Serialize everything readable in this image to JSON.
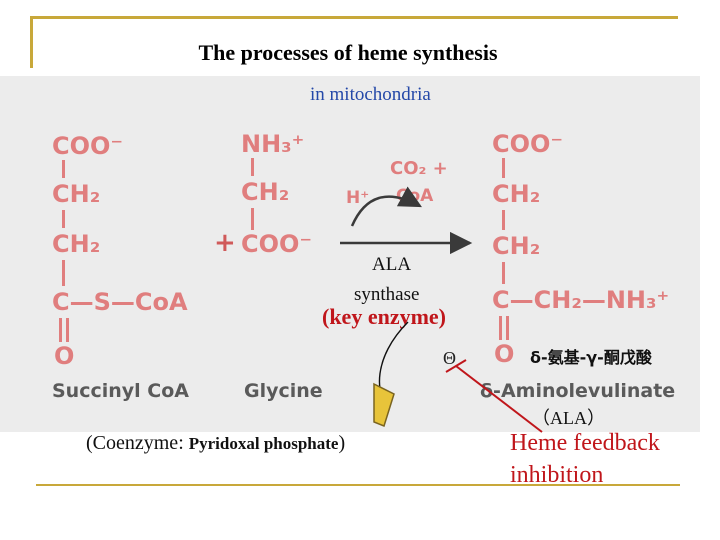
{
  "title": "The processes of heme synthesis",
  "location": "in mitochondria",
  "succinyl_coa": {
    "groups": [
      "COO⁻",
      "CH₂",
      "CH₂",
      "C—S—CoA",
      "O"
    ],
    "name": "Succinyl CoA"
  },
  "plus": "+",
  "glycine": {
    "groups": [
      "NH₃⁺",
      "CH₂",
      "COO⁻"
    ],
    "name": "Glycine"
  },
  "byproducts": {
    "co2": "CO₂ +",
    "coa": "CoA",
    "h_plus": "H⁺"
  },
  "enzyme": {
    "line1": "ALA",
    "line2": "synthase",
    "note": "(key enzyme)"
  },
  "inhibition_symbol": "Θ",
  "product": {
    "groups": [
      "COO⁻",
      "CH₂",
      "CH₂",
      "C—CH₂—NH₃⁺",
      "O"
    ],
    "chinese_name": "δ-氨基-γ-酮戊酸",
    "name": "δ-Aminolevulinate",
    "abbrev": "（ALA）"
  },
  "coenzyme": {
    "prefix": "(Coenzyme: ",
    "name": "Pyridoxal phosphate",
    "suffix": ")"
  },
  "feedback": {
    "line1": "Heme feedback",
    "line2": "inhibition"
  },
  "colors": {
    "accent_gold": "#c8a83a",
    "structure_pink": "#e07e7e",
    "location_blue": "#2448a8",
    "enzyme_red": "#c0161b",
    "arrow_yellow": "#e8c43a"
  }
}
